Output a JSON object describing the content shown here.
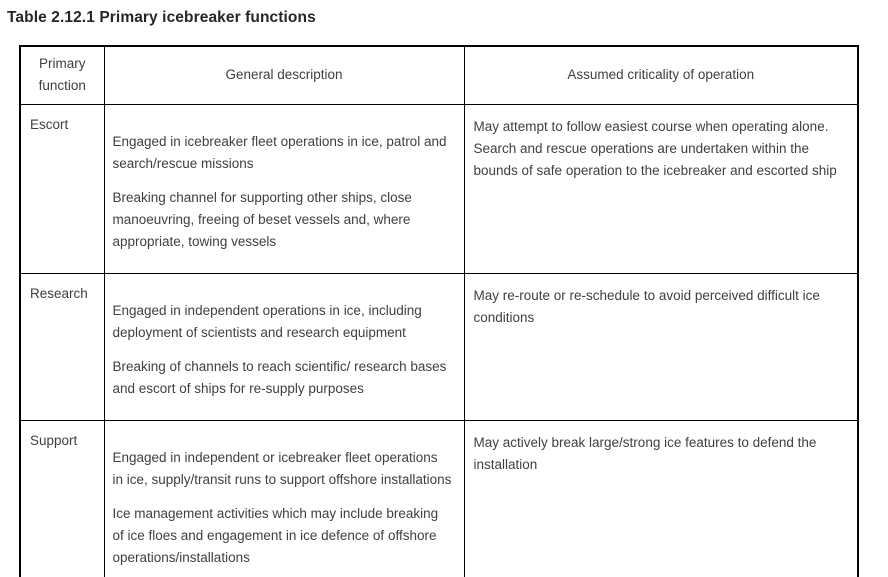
{
  "title": "Table 2.12.1 Primary icebreaker functions",
  "colors": {
    "background": "#ffffff",
    "border": "#000000",
    "title_text": "#262626",
    "body_text": "#404040"
  },
  "table": {
    "headers": [
      "Primary function",
      "General description",
      "Assumed criticality of operation"
    ],
    "rows": [
      {
        "function": "Escort",
        "description": [
          "Engaged in icebreaker fleet operations in ice, patrol and search/rescue missions",
          "Breaking channel for supporting other ships, close manoeuvring, freeing of beset vessels and, where appropriate, towing vessels"
        ],
        "criticality": "May attempt to follow easiest course when operating alone. Search and rescue operations are undertaken within the bounds of safe operation to the icebreaker and escorted ship"
      },
      {
        "function": "Research",
        "description": [
          "Engaged in independent operations in ice, including deployment of scientists and research equipment",
          "Breaking of channels to reach scientific/ research bases and escort of ships for re-supply purposes"
        ],
        "criticality": "May re-route or re-schedule to avoid perceived difficult ice conditions"
      },
      {
        "function": "Support",
        "description": [
          "Engaged in independent or icebreaker fleet operations in ice, supply/transit runs to support offshore installations",
          "Ice management activities which may include breaking of ice floes and engagement in ice defence of offshore operations/installations"
        ],
        "criticality": "May actively break large/strong ice features to defend the installation"
      }
    ]
  }
}
